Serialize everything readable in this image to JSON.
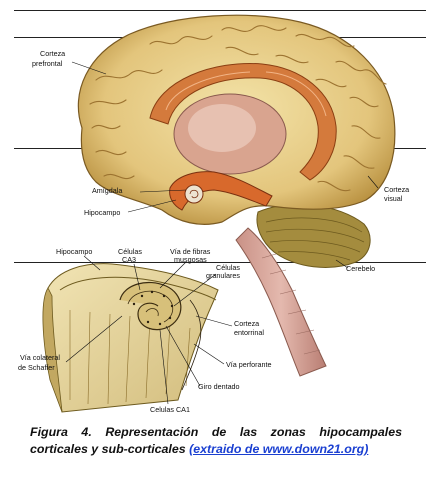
{
  "labels": {
    "corteza_prefrontal": [
      "Corteza",
      "prefrontal"
    ],
    "amigdala": "Amígdala",
    "hipocampo_main": "Hipocampo",
    "corteza_visual": [
      "Corteza",
      "visual"
    ],
    "cerebelo": "Cerebelo",
    "hipocampo_inset": "Hipocampo",
    "celulas_ca3": [
      "Células",
      "CA3"
    ],
    "via_fibras": [
      "Vía de fibras",
      "musgosas"
    ],
    "celulas_granulares": [
      "Células",
      "granulares"
    ],
    "corteza_entorrinal": [
      "Corteza",
      "entorrinal"
    ],
    "via_perforante": "Vía perforante",
    "giro_dentado": "Giro dentado",
    "via_colateral": [
      "Vía colateral",
      "de Schaffer"
    ],
    "celulas_ca1": "Celulas CA1"
  },
  "caption": {
    "text": "Figura 4. Representación de las zonas hipocampales corticales y sub-corticales",
    "link": "(extraido de www.down21.org)"
  },
  "colors": {
    "cortex": "#e8cf8a",
    "cortex_dark": "#b08a3c",
    "limbic": "#d9763a",
    "brainstem": "#d6a59a",
    "cerebellum": "#a08a3a",
    "inset": "#e9d9a2",
    "link": "#1a3fd1"
  }
}
